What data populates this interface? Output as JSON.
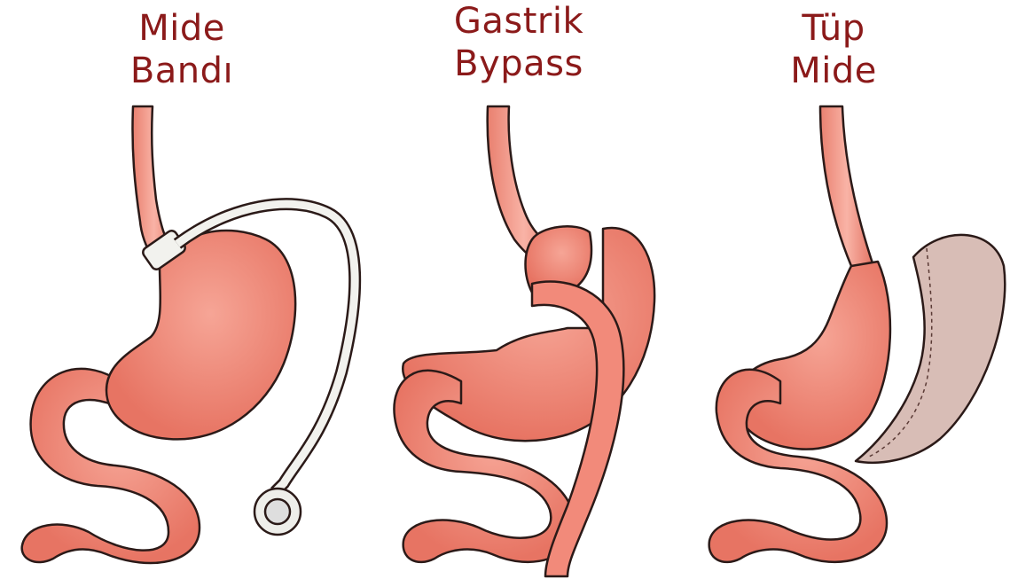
{
  "procedures": [
    {
      "line1": "Mide",
      "line2": "Bandı"
    },
    {
      "line1": "Gastrik",
      "line2": "Bypass"
    },
    {
      "line1": "Tüp",
      "line2": "Mide"
    }
  ],
  "colors": {
    "label": "#8b1a1a",
    "tissue": "#f08878",
    "tissue_dark": "#c85a4c",
    "removed": "#d8bdb6",
    "band": "#f2f2ee"
  }
}
